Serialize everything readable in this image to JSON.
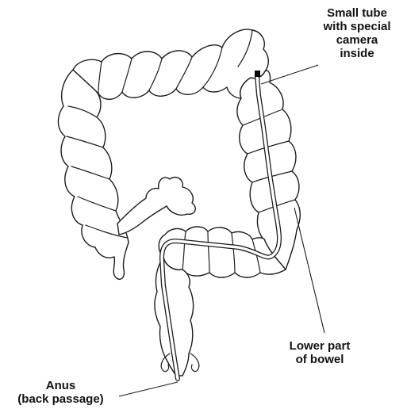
{
  "labels": {
    "tube": [
      "Small tube",
      "with special",
      "camera",
      "inside"
    ],
    "bowel": [
      "Lower part",
      "of bowel"
    ],
    "anus": [
      "Anus",
      "(back passage)"
    ]
  },
  "colors": {
    "line": "#1c1c1c",
    "background": "#ffffff",
    "camera_tip": "#000000"
  }
}
